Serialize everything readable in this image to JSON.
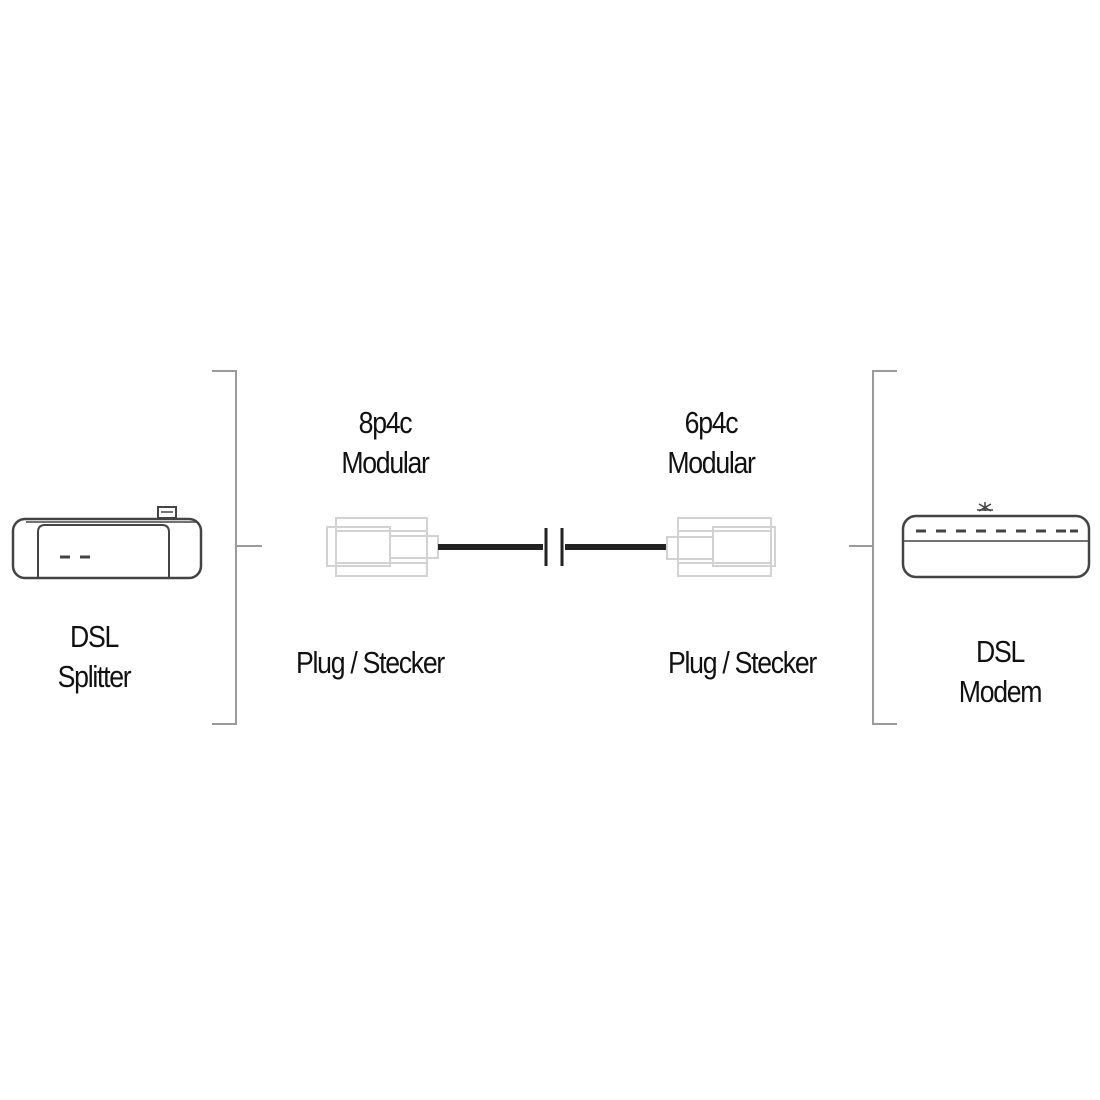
{
  "diagram": {
    "left_device": {
      "line1": "DSL",
      "line2": "Splitter"
    },
    "left_plug": {
      "type_line1": "8p4c",
      "type_line2": "Modular",
      "kind": "Plug / Stecker"
    },
    "right_plug": {
      "type_line1": "6p4c",
      "type_line2": "Modular",
      "kind": "Plug / Stecker"
    },
    "right_device": {
      "line1": "DSL",
      "line2": "Modem"
    },
    "colors": {
      "line": "#222222",
      "outline": "#555555",
      "bracket": "#9a9a9a",
      "plug_outline": "#d2d2d2"
    },
    "icons": {
      "left_device": "splitter-icon",
      "left_plug": "rj45-plug-icon",
      "cable": "cable-break-icon",
      "right_plug": "rj11-plug-icon",
      "right_device": "modem-icon"
    }
  }
}
